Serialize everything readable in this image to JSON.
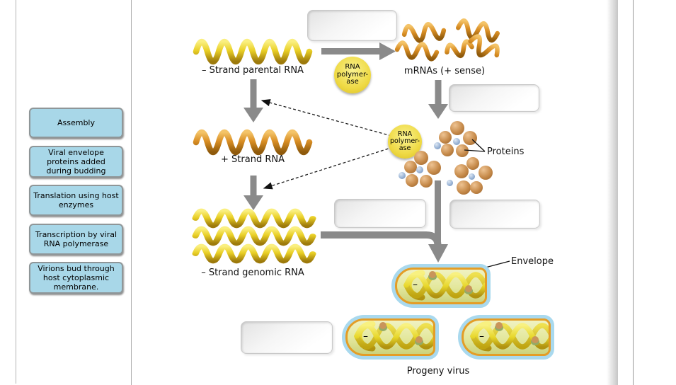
{
  "sidebar": {
    "items": [
      {
        "label": "Assembly"
      },
      {
        "label": "Viral envelope proteins added during budding"
      },
      {
        "label": "Translation using host enzymes"
      },
      {
        "label": "Transcription by viral RNA polymerase"
      },
      {
        "label": "Virions bud through host cytoplasmic membrane."
      }
    ]
  },
  "diagram": {
    "labels": {
      "parental_rna": "– Strand parental RNA",
      "mrnas": "mRNAs (+ sense)",
      "plus_strand": "+ Strand RNA",
      "genomic_rna": "– Strand genomic RNA",
      "proteins": "Proteins",
      "envelope": "Envelope",
      "progeny_virus": "Progeny virus",
      "virus_minus": "–"
    },
    "enzyme": {
      "line1": "RNA",
      "line2": "polymer-",
      "line3": "ase"
    },
    "colors": {
      "sidebar_box": "#a8d7e8",
      "rna_yellow": "#e9cf25",
      "rna_orange": "#d98e24",
      "arrow_gray": "#8a8a8a",
      "enzyme_yellow": "#efda45",
      "envelope_blue": "#a9d9ee",
      "capsid_orange": "#e49d26",
      "protein_brown": "#c68a4a",
      "protein_blue": "#93aed2"
    }
  }
}
